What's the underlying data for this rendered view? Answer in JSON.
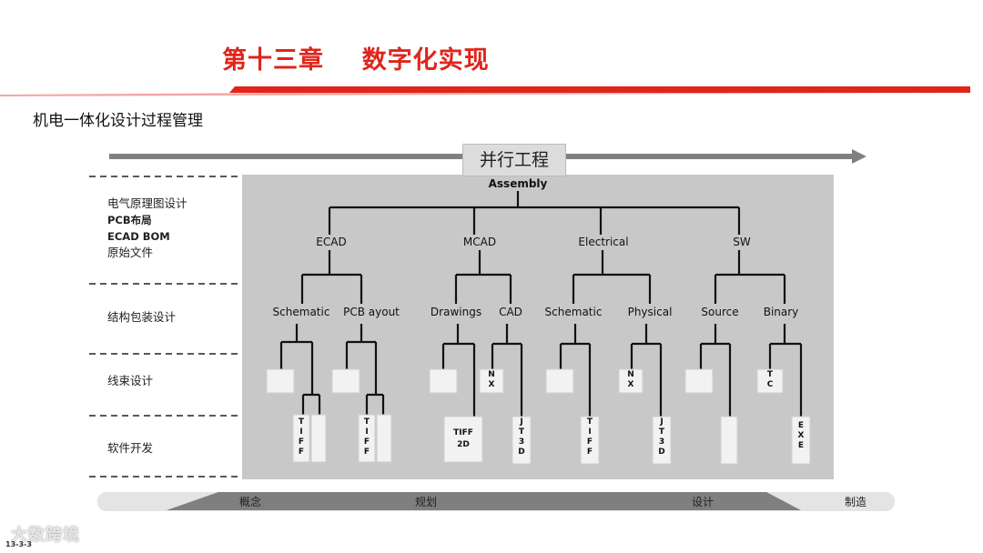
{
  "title": "第十三章    数字化实现",
  "subtitle": "机电一体化设计过程管理",
  "banner": "并行工程",
  "rows": {
    "row1": [
      "电气原理图设计",
      "PCB布局",
      "ECAD BOM",
      "原始文件"
    ],
    "row2": "结构包装设计",
    "row3": "线束设计",
    "row4": "软件开发"
  },
  "tree": {
    "root": "Assembly",
    "groups": [
      "ECAD",
      "MCAD",
      "Electrical",
      "SW"
    ],
    "subs": [
      "Schematic",
      "PCB ayout",
      "Drawings",
      "CAD",
      "Schematic",
      "Physical",
      "Source",
      "Binary"
    ]
  },
  "leaf_labels": {
    "nx1": "N X",
    "nx2": "N X",
    "tc": "T C",
    "tiff1": "T I F F",
    "tiff2": "T I F F",
    "tiff3": "T I F F",
    "tiff2d": [
      "TIFF",
      "2D"
    ],
    "jt3d1": "J T 3 D",
    "jt3d2": "J T 3 D",
    "exe": "E X E"
  },
  "phases": [
    "概念",
    "规划",
    "设计",
    "制造"
  ],
  "watermark": "大数跨境",
  "page_number": "13-3-3",
  "colors": {
    "accent": "#e0251b",
    "panel": "#c8c8c8",
    "line": "#111111"
  }
}
